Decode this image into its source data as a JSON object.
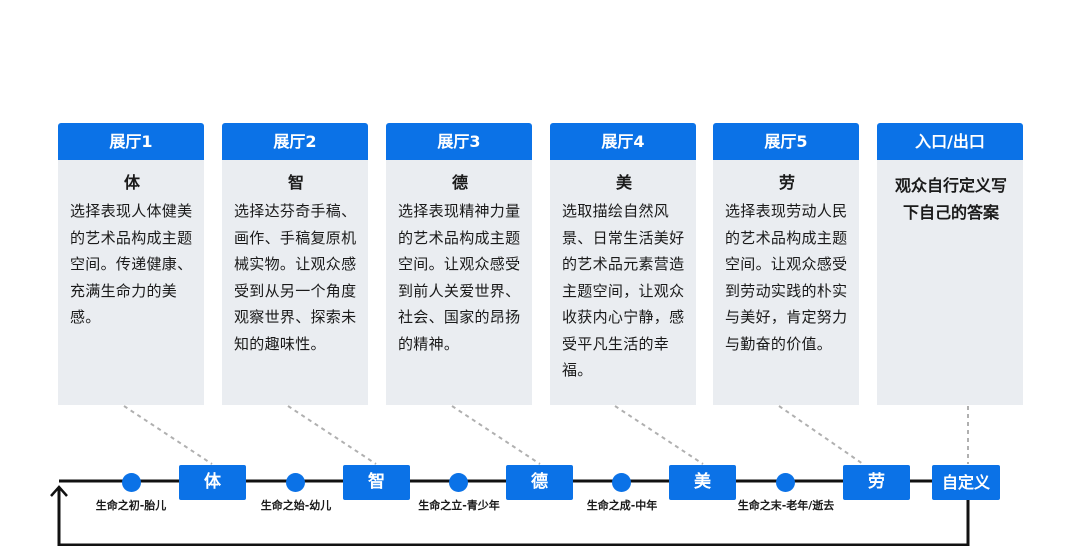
{
  "halls": [
    {
      "header": "展厅1",
      "title": "体",
      "desc": "选择表现人体健美的艺术品构成主题空间。传递健康、充满生命力的美感。"
    },
    {
      "header": "展厅2",
      "title": "智",
      "desc": "选择达芬奇手稿、画作、手稿复原机械实物。让观众感受到从另一个角度观察世界、探索未知的趣味性。"
    },
    {
      "header": "展厅3",
      "title": "德",
      "desc": "选择表现精神力量的艺术品构成主题空间。让观众感受到前人关爱世界、社会、国家的昂扬的精神。"
    },
    {
      "header": "展厅4",
      "title": "美",
      "desc": "选取描绘自然风景、日常生活美好的艺术品元素营造主题空间，让观众收获内心宁静，感受平凡生活的幸福。"
    },
    {
      "header": "展厅5",
      "title": "劳",
      "desc": "选择表现劳动人民的艺术品构成主题空间。让观众感受到劳动实践的朴实与美好，肯定努力与勤奋的价值。"
    },
    {
      "header": "入口/出口",
      "title": "观众自行定义写下自己的答案",
      "desc": ""
    }
  ],
  "flow": {
    "nodes": [
      "体",
      "智",
      "德",
      "美",
      "劳",
      "自定义"
    ],
    "stages": [
      "生命之初-胎儿",
      "生命之始-幼儿",
      "生命之立-青少年",
      "生命之成-中年",
      "生命之末-老年/逝去"
    ]
  },
  "colors": {
    "accent": "#0b72e7",
    "card_bg": "#eaedf1",
    "line": "#111111",
    "dashed": "#b0b0b0"
  }
}
